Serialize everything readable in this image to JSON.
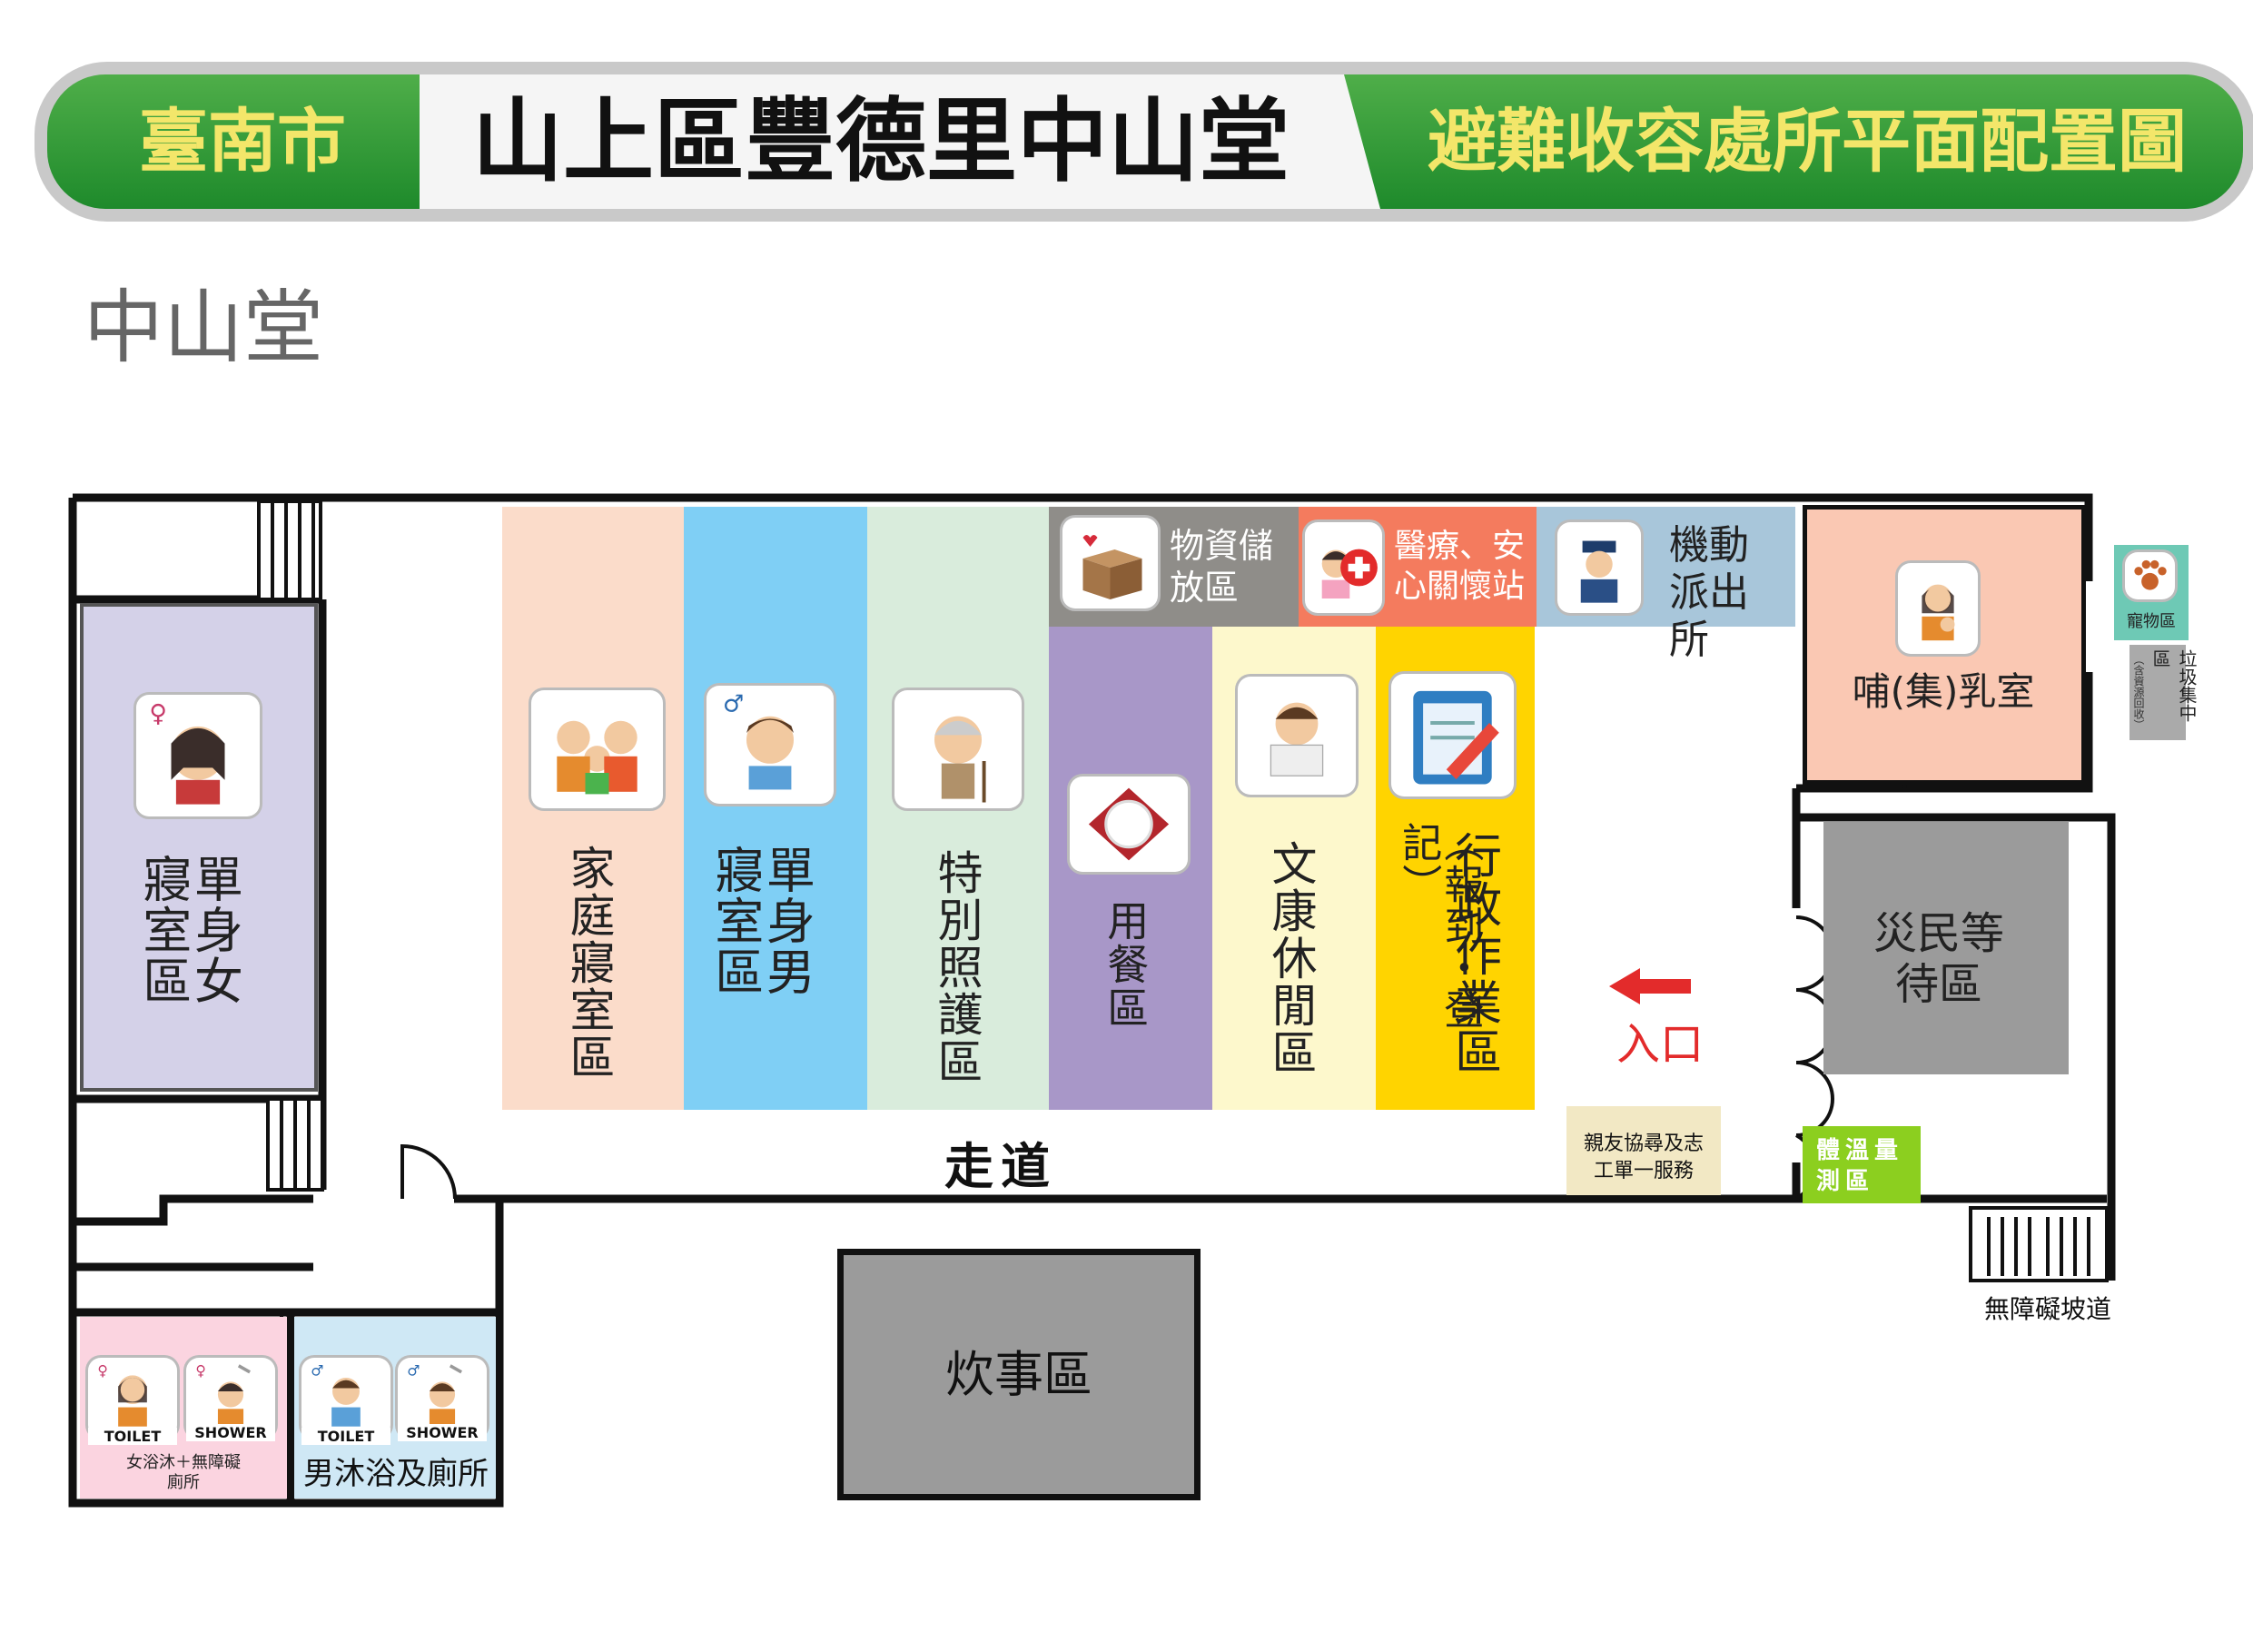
{
  "banner": {
    "city": "臺南市",
    "title": "山上區豐德里中山堂",
    "subtitle": "避難收容處所平面配置圖"
  },
  "heading": "中山堂",
  "zones": {
    "single_female": "單身女寢室區",
    "family": "家庭寢室區",
    "single_male": "單身男寢室區",
    "special_care": "特別照護區",
    "dining": "用餐區",
    "recreation": "文康休閒區",
    "admin_line1": "行政作業區",
    "admin_line2": "（報到・登記）",
    "supplies": "物資儲放區",
    "medical": "醫療、安心關懷站",
    "police": "機動派出所",
    "nursing": "哺(集)乳室",
    "pet": "寵物區",
    "garbage": "垃圾集中區",
    "garbage_note": "（含資源回收）",
    "waiting": "災民等待區",
    "entrance": "入口",
    "corridor": "走道",
    "family_service": "親友協尋及志工單一服務",
    "temperature": "體溫量測區",
    "ramp": "無障礙坡道",
    "kitchen": "炊事區",
    "female_bath": "女浴沐＋無障礙廁所",
    "male_bath": "男沐浴及廁所",
    "toilet": "TOILET",
    "shower": "SHOWER"
  },
  "colors": {
    "banner_green": "#2a9a34",
    "banner_text": "#f3e66a",
    "female_zone": "#d4d1e8",
    "family_zone": "#fbdcca",
    "male_zone": "#7fcff5",
    "special_zone": "#d9ecdc",
    "dining_zone": "#a897c8",
    "recreation_zone": "#fdf8cc",
    "admin_zone": "#ffd400",
    "supplies_zone": "#8f8d89",
    "medical_zone": "#f47b5e",
    "police_zone": "#a8c6da",
    "nursing_zone": "#fac8b3",
    "waiting_zone": "#9b9b9b",
    "kitchen_zone": "#9b9b9b",
    "temperature_zone": "#8ccf1f",
    "arrow": "#e32b2b"
  }
}
